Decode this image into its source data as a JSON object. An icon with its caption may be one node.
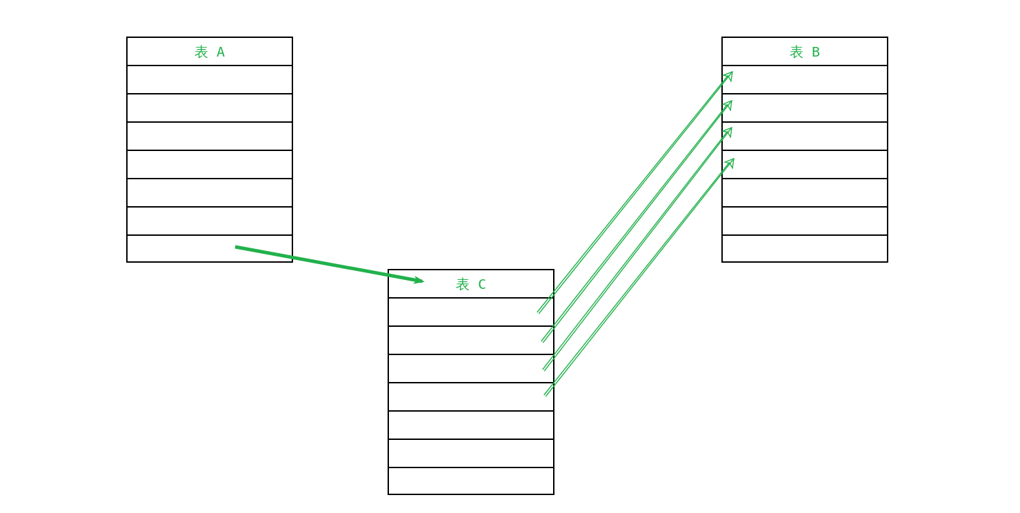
{
  "diagram": {
    "nodes": [
      {
        "text": [],
        "shape": "box"
      },
      {
        "text": [
          "表 A"
        ],
        "in": 0
      },
      {
        "text": [],
        "shape": "box",
        "in": 0
      },
      {
        "text": [],
        "shape": "box",
        "in": 0
      },
      {
        "text": [],
        "shape": "box",
        "in": 0
      },
      {
        "text": [],
        "shape": "box",
        "in": 0
      },
      {
        "text": [],
        "shape": "box",
        "in": 0
      },
      {
        "text": [],
        "shape": "box",
        "in": 0
      },
      {
        "text": [],
        "shape": "box",
        "in": 0
      },
      {
        "text": [],
        "shape": "box"
      },
      {
        "text": [
          "表 B"
        ],
        "in": 9
      },
      {
        "text": [],
        "shape": "box",
        "in": 9
      },
      {
        "text": [],
        "shape": "box",
        "in": 9
      },
      {
        "text": [],
        "shape": "box",
        "in": 9
      },
      {
        "text": [],
        "shape": "box",
        "in": 9
      },
      {
        "text": [],
        "shape": "box",
        "in": 9
      },
      {
        "text": [],
        "shape": "box",
        "in": 9
      },
      {
        "text": [],
        "shape": "box",
        "in": 9
      },
      {
        "text": [],
        "shape": "box"
      },
      {
        "text": [
          "表 C"
        ],
        "in": 18
      },
      {
        "text": [],
        "shape": "box",
        "in": 18
      },
      {
        "text": [],
        "shape": "box",
        "in": 18
      },
      {
        "text": [],
        "shape": "box",
        "in": 18
      },
      {
        "text": [],
        "shape": "box",
        "in": 18
      },
      {
        "text": [],
        "shape": "box",
        "in": 18
      },
      {
        "text": [],
        "shape": "box",
        "in": 18
      },
      {
        "text": [],
        "shape": "box",
        "in": 18
      }
    ],
    "edges": [
      {
        "from": 8,
        "to": 19,
        "arrow": "to",
        "style": "thick"
      },
      {
        "from": 20,
        "to": 11,
        "arrow": "to"
      },
      {
        "from": 21,
        "to": 12,
        "arrow": "to"
      },
      {
        "from": 22,
        "to": 13,
        "arrow": "to"
      },
      {
        "from": 23,
        "to": 14,
        "arrow": "to"
      }
    ]
  }
}
